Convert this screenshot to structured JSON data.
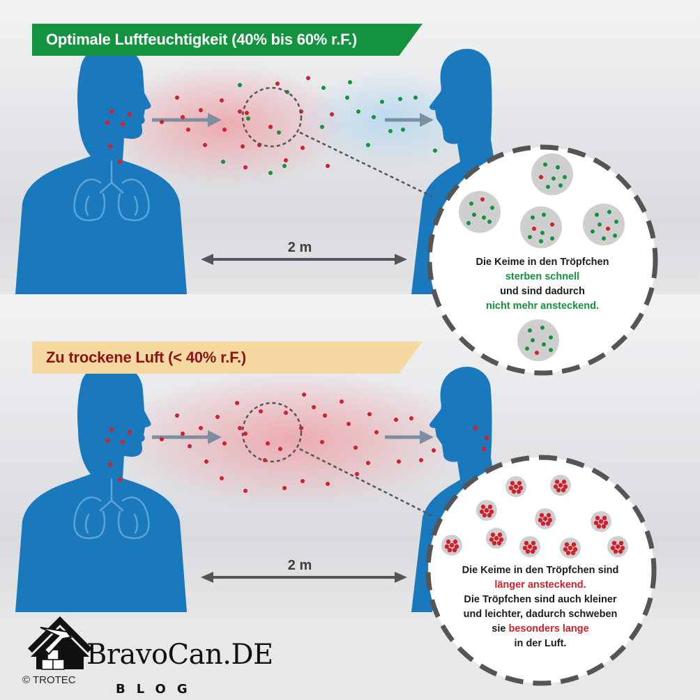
{
  "top": {
    "banner": "Optimale Luftfeuchtigkeit (40% bis 60% r.F.)",
    "distance": "2 m",
    "caption": {
      "line1": "Die Keime in den Tröpfchen",
      "line2": "sterben schnell",
      "line3": "und sind dadurch",
      "line4": "nicht mehr ansteckend."
    }
  },
  "bottom": {
    "banner": "Zu trockene Luft (< 40% r.F.)",
    "distance": "2 m",
    "caption": {
      "line1": "Die Keime in den Tröpfchen sind",
      "line2": "länger ansteckend.",
      "line3": "Die Tröpfchen sind auch kleiner",
      "line4": "und leichter, dadurch schweben",
      "line5_prefix": "sie ",
      "line5_highlight": "besonders lange",
      "line6": "in der Luft."
    }
  },
  "branding": {
    "logo": "BravoCan.DE",
    "sub": "BLOG",
    "copyright": "© TROTEC"
  },
  "colors": {
    "green": "#13933e",
    "red": "#d1202b",
    "body_blue": "#1a79bd",
    "banner_beige": "#f6d9a0"
  }
}
